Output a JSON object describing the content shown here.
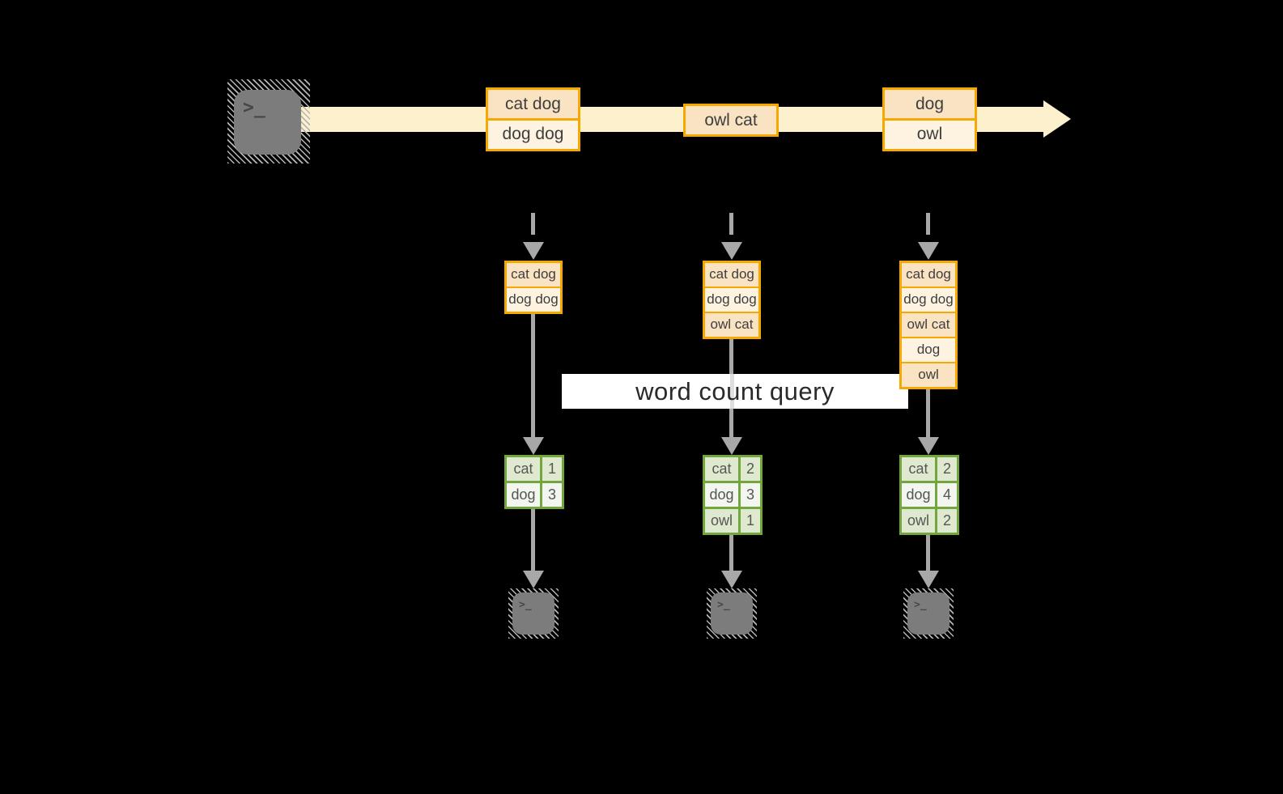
{
  "query": {
    "label": "word count query"
  },
  "stream": {
    "events": [
      {
        "rows": [
          "cat dog",
          "dog dog"
        ]
      },
      {
        "rows": [
          "owl cat"
        ]
      },
      {
        "rows": [
          "dog",
          "owl"
        ]
      }
    ]
  },
  "snapshots": [
    {
      "buffer": [
        "cat dog",
        "dog dog"
      ],
      "counts": [
        {
          "word": "cat",
          "n": "1"
        },
        {
          "word": "dog",
          "n": "3"
        }
      ]
    },
    {
      "buffer": [
        "cat dog",
        "dog dog",
        "owl cat"
      ],
      "counts": [
        {
          "word": "cat",
          "n": "2"
        },
        {
          "word": "dog",
          "n": "3"
        },
        {
          "word": "owl",
          "n": "1"
        }
      ]
    },
    {
      "buffer": [
        "cat dog",
        "dog dog",
        "owl cat",
        "dog",
        "owl"
      ],
      "counts": [
        {
          "word": "cat",
          "n": "2"
        },
        {
          "word": "dog",
          "n": "4"
        },
        {
          "word": "owl",
          "n": "2"
        }
      ]
    }
  ],
  "terminal": {
    "glyph": ">_"
  },
  "colors": {
    "background": "#000000",
    "stream_band": "#fdf0cd",
    "accent_orange": "#f5a800",
    "cell_peach": "#fae3c2",
    "cell_cream": "#fdf3e0",
    "table_green_border": "#72a73e",
    "table_green_fill": "#dfe9cf",
    "table_white_fill": "#f3f6ee",
    "arrow_gray": "#a8a8a8"
  }
}
